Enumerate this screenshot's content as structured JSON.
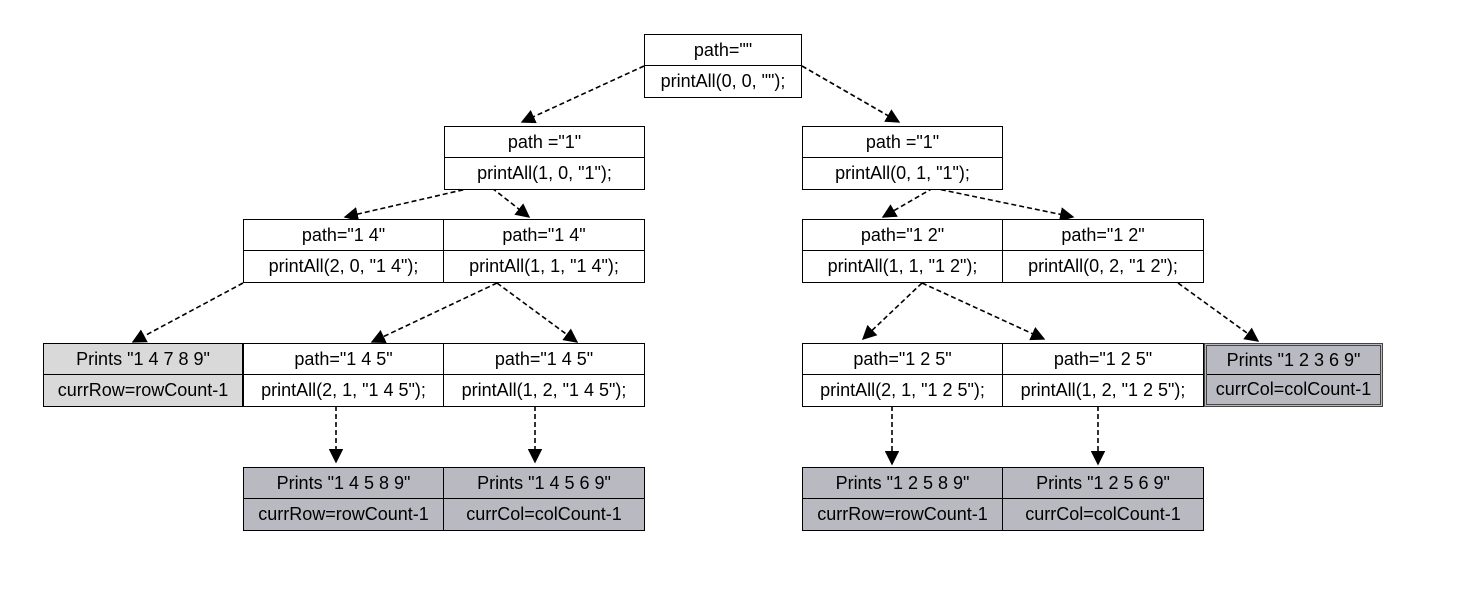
{
  "nodes": [
    {
      "id": "root",
      "top": "path=\"\"",
      "bottom": "printAll(0, 0, \"\");",
      "style": "normal"
    },
    {
      "id": "l1a",
      "top": "path =\"1\"",
      "bottom": "printAll(1, 0, \"1\");",
      "style": "normal"
    },
    {
      "id": "l1b",
      "top": "path =\"1\"",
      "bottom": "printAll(0, 1, \"1\");",
      "style": "normal"
    },
    {
      "id": "l2a",
      "top": "path=\"1 4\"",
      "bottom": "printAll(2, 0, \"1 4\");",
      "style": "normal"
    },
    {
      "id": "l2b",
      "top": "path=\"1 4\"",
      "bottom": "printAll(1, 1, \"1 4\");",
      "style": "normal"
    },
    {
      "id": "l2c",
      "top": "path=\"1 2\"",
      "bottom": "printAll(1, 1, \"1 2\");",
      "style": "normal"
    },
    {
      "id": "l2d",
      "top": "path=\"1 2\"",
      "bottom": "printAll(0, 2, \"1 2\");",
      "style": "normal"
    },
    {
      "id": "l3a",
      "top": "Prints \"1 4 7 8 9\"",
      "bottom": "currRow=rowCount-1",
      "style": "leaf-light"
    },
    {
      "id": "l3b",
      "top": "path=\"1 4 5\"",
      "bottom": "printAll(2, 1, \"1 4 5\");",
      "style": "normal"
    },
    {
      "id": "l3c",
      "top": "path=\"1 4 5\"",
      "bottom": "printAll(1, 2, \"1 4 5\");",
      "style": "normal"
    },
    {
      "id": "l3d",
      "top": "path=\"1 2 5\"",
      "bottom": "printAll(2, 1, \"1 2 5\");",
      "style": "normal"
    },
    {
      "id": "l3e",
      "top": "path=\"1 2 5\"",
      "bottom": "printAll(1, 2, \"1 2 5\");",
      "style": "normal"
    },
    {
      "id": "l3f",
      "top": "Prints \"1 2 3 6 9\"",
      "bottom": "currCol=colCount-1",
      "style": "leaf-double"
    },
    {
      "id": "l4a",
      "top": "Prints \"1 4 5 8 9\"",
      "bottom": "currRow=rowCount-1",
      "style": "leaf"
    },
    {
      "id": "l4b",
      "top": "Prints \"1 4 5 6 9\"",
      "bottom": "currCol=colCount-1",
      "style": "leaf"
    },
    {
      "id": "l4c",
      "top": "Prints \"1 2 5 8 9\"",
      "bottom": "currRow=rowCount-1",
      "style": "leaf"
    },
    {
      "id": "l4d",
      "top": "Prints \"1 2 5 6 9\"",
      "bottom": "currCol=colCount-1",
      "style": "leaf"
    }
  ],
  "edges": [
    {
      "from": "root",
      "to": "l1a"
    },
    {
      "from": "root",
      "to": "l1b"
    },
    {
      "from": "l1a",
      "to": "l2a"
    },
    {
      "from": "l1a",
      "to": "l2b"
    },
    {
      "from": "l1b",
      "to": "l2c"
    },
    {
      "from": "l1b",
      "to": "l2d"
    },
    {
      "from": "l2a",
      "to": "l3a"
    },
    {
      "from": "l2b",
      "to": "l3b"
    },
    {
      "from": "l2b",
      "to": "l3c"
    },
    {
      "from": "l2c",
      "to": "l3d"
    },
    {
      "from": "l2c",
      "to": "l3e"
    },
    {
      "from": "l2d",
      "to": "l3f"
    },
    {
      "from": "l3b",
      "to": "l4a"
    },
    {
      "from": "l3c",
      "to": "l4b"
    },
    {
      "from": "l3d",
      "to": "l4c"
    },
    {
      "from": "l3e",
      "to": "l4d"
    }
  ]
}
